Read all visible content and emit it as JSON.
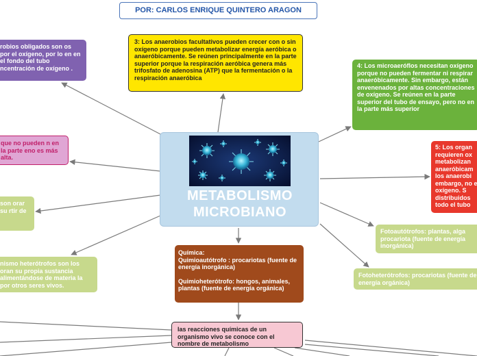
{
  "author": "POR: CARLOS ENRIQUE QUINTERO ARAGON",
  "center": {
    "title_line1": "METABOLISMO",
    "title_line2": "MICROBIANO",
    "image_icon": "virus-cells-image"
  },
  "nodes": {
    "purple": "robios obligados son os por el oxígeno, por lo en en el fondo del tubo ncentración de oxígeno .",
    "yellow": "3: Los anaerobios facultativos pueden crecer con o sin oxígeno porque pueden metabolizar energía aeróbica o anaeróbicamente. Se reúnen principalmente en la parte superior porque la respiración aeróbica genera más trifosfato de adenosina (ATP) que la fermentación o la respiración anaeróbica",
    "green_big": "4: Los microaeróflos necesitan oxígeno porque no pueden fermentar ni respirar anaeróbicamente. Sin embargo, están envenenados por altas concentraciones de oxígeno. Se reúnen en la parte superior del tubo de ensayo, pero no en la parte más superior",
    "pink": "que no pueden n en la parte eno es más alta.",
    "red": "5: Los organ requieren ox metabolizan anaeróbicam los anaerobi embargo, no el oxígeno. S distribuidos todo el tubo",
    "light_green_1": "son orar su rtir de",
    "light_green_2": "nismo heterótrofos son los oran su propia sustancia alimentándose de materia la por otros seres vivos.",
    "light_green_3": "Fotoautótrofos: plantas, alga procariota (fuente de energía inorgánica)",
    "light_green_4": "Fotoheterótrofos: procariotas (fuente de energía orgánica)",
    "brown": {
      "line1": "Química:",
      "line2": "Quimioautótrofo : procariotas (fuente de energía inorgánica)",
      "line3": "Quimioheterótrofo: hongos, animales, plantas (fuente de energía orgánica)"
    },
    "light_pink": "las reacciones químicas de un organismo vivo se conoce con el nombre de metabolismo"
  },
  "colors": {
    "author_border": "#4a74b8",
    "purple": "#8062b0",
    "yellow": "#ffe600",
    "green": "#6bb23c",
    "pink": "#e0a6d4",
    "red": "#e8382c",
    "center": "#c2dcee",
    "light_green": "#c7d98c",
    "brown": "#a04a1c",
    "light_pink": "#f7c8d3",
    "connector": "#7a7a7a"
  }
}
